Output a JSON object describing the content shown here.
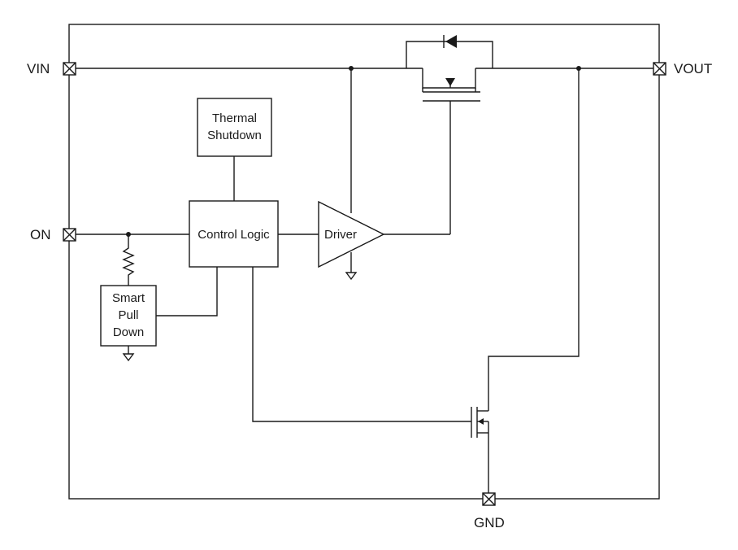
{
  "pins": {
    "vin": "VIN",
    "vout": "VOUT",
    "on": "ON",
    "gnd": "GND"
  },
  "blocks": {
    "thermal_line1": "Thermal",
    "thermal_line2": "Shutdown",
    "control_logic": "Control Logic",
    "driver": "Driver",
    "pulldown_line1": "Smart",
    "pulldown_line2": "Pull",
    "pulldown_line3": "Down"
  },
  "colors": {
    "line": "#1a1a1a",
    "background": "#ffffff"
  }
}
